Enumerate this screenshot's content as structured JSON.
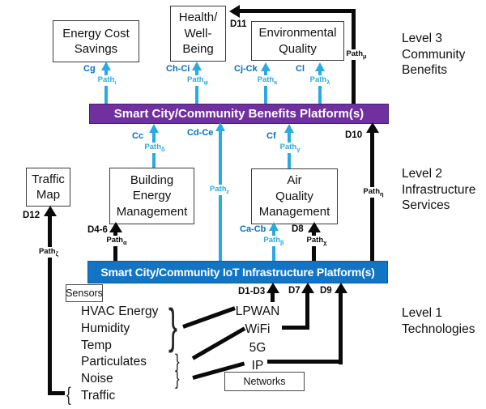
{
  "colors": {
    "benefits_bar": "#7030A0",
    "iot_bar": "#1274C5",
    "flow_arrow_blue": "#29ABE2",
    "c_label_blue": "#0070C0",
    "line_black": "#0a0a0a"
  },
  "bars": {
    "benefits": "Smart City/Community Benefits Platform(s)",
    "iot": "Smart City/Community IoT Infrastructure Platform(s)"
  },
  "boxes": {
    "energy_cost_savings": "Energy Cost\nSavings",
    "health_well_being": "Health/\nWell-\nBeing",
    "environmental_quality": "Environmental\nQuality",
    "traffic_map": "Traffic\nMap",
    "building_energy_management": "Building\nEnergy\nManagement",
    "air_quality_management": "Air\nQuality\nManagement"
  },
  "levels": {
    "level3": "Level 3\nCommunity\nBenefits",
    "level2": "Level 2\nInfrastructure\nServices",
    "level1": "Level 1\nTechnologies"
  },
  "flows": {
    "cg": {
      "c": "Cg",
      "path": "Path",
      "sub": "ι"
    },
    "ch_ci": {
      "c": "Ch-Ci",
      "path": "Path",
      "sub": "φ"
    },
    "cj_ck": {
      "c": "Cj-Ck",
      "path": "Path",
      "sub": "κ"
    },
    "cl": {
      "c": "Cl",
      "path": "Path",
      "sub": "λ"
    },
    "cc": {
      "c": "Cc",
      "path": "Path",
      "sub": "δ"
    },
    "cd_ce": {
      "c": "Cd-Ce",
      "path": "Path",
      "sub": "ε"
    },
    "cf": {
      "c": "Cf",
      "path": "Path",
      "sub": "γ"
    },
    "ca_cb": {
      "c": "Ca-Cb",
      "path": "Path",
      "sub": "β"
    },
    "d11": {
      "d": "D11",
      "path": "Path",
      "sub": "μ"
    },
    "d10": {
      "d": "D10",
      "path": "Path",
      "sub": "η"
    },
    "d12": {
      "d": "D12",
      "path": "Path",
      "sub": "ζ"
    },
    "d4_6": {
      "d": "D4-6",
      "path": "Path",
      "sub": "α"
    },
    "d8": {
      "d": "D8",
      "path": "Path",
      "sub": "χ"
    },
    "d1_d3": {
      "d": "D1-D3"
    },
    "d7": {
      "d": "D7"
    },
    "d9": {
      "d": "D9"
    }
  },
  "sensors": {
    "title": "Sensors",
    "items": [
      "HVAC Energy",
      "Humidity",
      "Temp",
      "Particulates",
      "Noise",
      "Traffic"
    ]
  },
  "networks": {
    "title": "Networks",
    "items": [
      "LPWAN",
      "WiFi",
      "5G",
      "IP"
    ]
  },
  "brackets": {
    "right": "}",
    "left": "{"
  }
}
